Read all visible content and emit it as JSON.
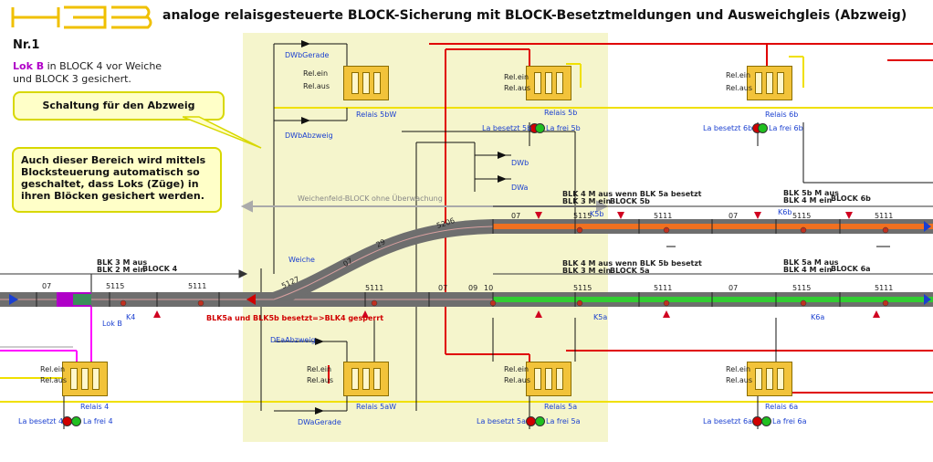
{
  "header": {
    "title": "analoge relaisgesteuerte BLOCK-Sicherung mit BLOCK-Besetztmeldungen und Ausweichgleis (Abzweig)",
    "nr": "Nr.1",
    "lok_name": "Lok B",
    "lok_text_1": " in BLOCK 4 vor Weiche",
    "lok_text_2": "und BLOCK 3 gesichert."
  },
  "callouts": {
    "abzweig": "Schaltung für den Abzweig",
    "info": "Auch dieser Bereich wird mittels Blocksteuerung automatisch so geschaltet, dass Loks (Züge) in ihren Blöcken gesichert werden."
  },
  "relays": {
    "rel_ein": "Rel.ein",
    "rel_aus": "Rel.aus",
    "names": [
      "Relais 5bW",
      "Relais 5b",
      "Relais 6b",
      "Relais 4",
      "Relais 5aW",
      "Relais 5a",
      "Relais 6a"
    ]
  },
  "lamps": {
    "besetzt": [
      "La besetzt 5b",
      "La besetzt 6b",
      "La besetzt 4",
      "La besetzt 5a",
      "La besetzt 6a"
    ],
    "frei": [
      "La frei 5b",
      "La frei 6b",
      "La frei 4",
      "La frei 5a",
      "La frei 6a"
    ]
  },
  "diodes": [
    "DWbGerade",
    "DWbAbzweig",
    "DWb",
    "DWa",
    "DEaAbzweig",
    "DWaGerade"
  ],
  "contacts": [
    "K5b",
    "K6b",
    "K4",
    "K5a",
    "K6a"
  ],
  "blocks": {
    "block4": "BLOCK 4",
    "block5b": "BLOCK 5b",
    "block6b": "BLOCK 6b",
    "block5a": "BLOCK 5a",
    "block6a": "BLOCK 6a"
  },
  "status_labels": {
    "b4_top": "BLK 3 M aus",
    "b4_bot": "BLK 2 M ein",
    "b5b_top": "BLK 4 M aus wenn BLK 5a besetzt",
    "b5b_bot": "BLK 3 M ein",
    "b6b_top": "BLK 5b M aus",
    "b6b_bot": "BLK 4 M ein",
    "b5a_top": "BLK 4 M aus wenn BLK 5b besetzt",
    "b5a_bot": "BLK 3 M ein",
    "b6a_top": "BLK 5a M aus",
    "b6a_bot": "BLK 4 M ein"
  },
  "track_numbers": {
    "b4": [
      "07",
      "5115",
      "5111"
    ],
    "b5b": [
      "07",
      "5115",
      "5111"
    ],
    "b6b": [
      "07",
      "5115",
      "5111"
    ],
    "main": [
      "5111",
      "07",
      "09",
      "10"
    ],
    "b5a": [
      "5115",
      "5111"
    ],
    "b6a": [
      "07",
      "5115",
      "5111"
    ],
    "turnout": [
      "07",
      "29",
      "5206",
      "5127"
    ]
  },
  "weiche": "Weiche",
  "weichenfeld": "Weichenfeld-BLOCK ohne Überwachung",
  "warning": "BLK5a und BLK5b besetzt=>BLK4 gesperrt",
  "lok_label": "Lok B",
  "colors": {
    "zone": "#f5f5cc",
    "track": "#6e6e6e",
    "occupied_green": "#32cd32",
    "occupied_orange": "#f07020",
    "wire_red": "#e00000",
    "wire_yellow": "#f0e000",
    "wire_magenta": "#ff00ff",
    "purple": "#b000c8"
  }
}
